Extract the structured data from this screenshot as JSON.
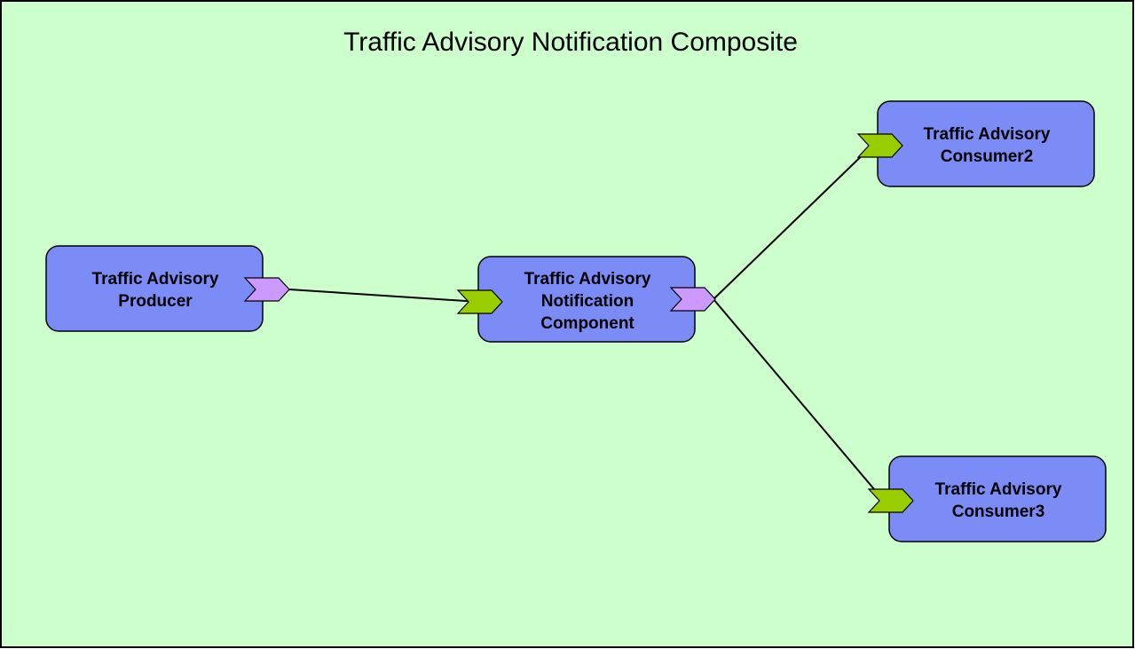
{
  "diagram": {
    "title": "Traffic Advisory Notification Composite",
    "colors": {
      "background": "#ccffcc",
      "component_fill": "#7b8cf7",
      "service_port": "#9acd00",
      "reference_port": "#cc99ff"
    },
    "components": {
      "producer": {
        "lines": [
          "Traffic Advisory",
          "Producer"
        ]
      },
      "notification": {
        "lines": [
          "Traffic Advisory",
          "Notification",
          "Component"
        ]
      },
      "consumer2": {
        "lines": [
          "Traffic Advisory",
          "Consumer2"
        ]
      },
      "consumer3": {
        "lines": [
          "Traffic Advisory",
          "Consumer3"
        ]
      }
    },
    "icons": {
      "service": "service-chevron-icon",
      "reference": "reference-chevron-icon"
    }
  }
}
